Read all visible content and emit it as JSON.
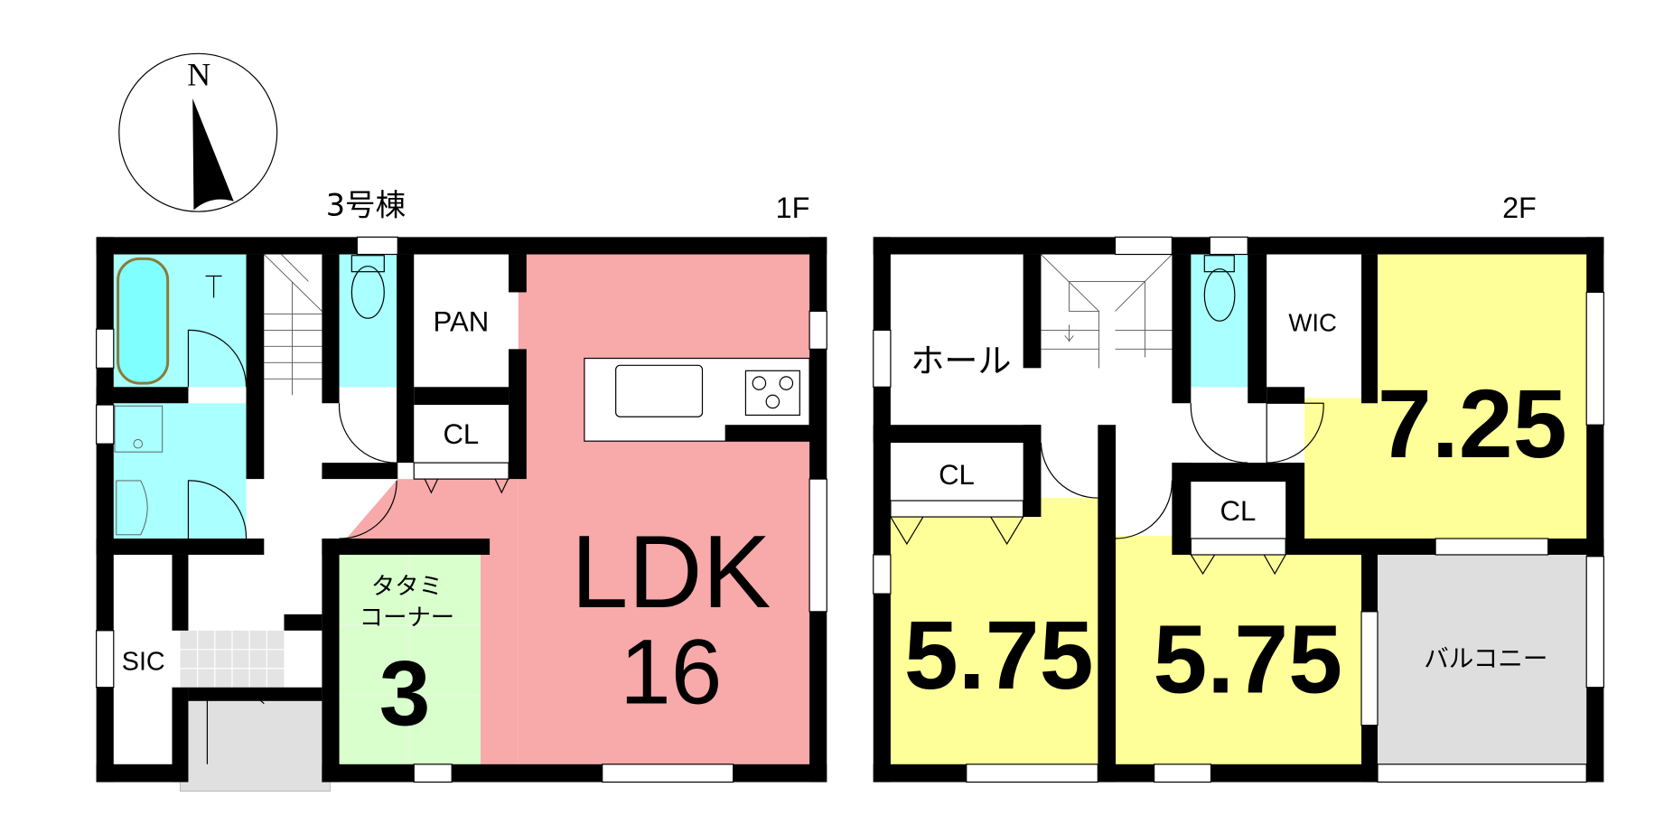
{
  "header": {
    "building": "3号棟",
    "floor1_label": "1F",
    "floor2_label": "2F",
    "compass_label": "N"
  },
  "floor1": {
    "rooms": {
      "pantry": "PAN",
      "closet": "CL",
      "tatami_line1": "タタミ",
      "tatami_line2": "コーナー",
      "tatami_size": "3",
      "ldk_name": "LDK",
      "ldk_size": "16",
      "shoe_closet": "SIC"
    }
  },
  "floor2": {
    "rooms": {
      "hall": "ホール",
      "wic": "WIC",
      "bedroom1_size": "7.25",
      "closet_left": "CL",
      "closet_mid": "CL",
      "bedroom2_size": "5.75",
      "bedroom3_size": "5.75",
      "balcony": "バルコニー"
    }
  },
  "colors": {
    "wet": "#aaffff",
    "ldk": "#f8a9a9",
    "tatami": "#d8ffcc",
    "bedroom": "#ffff99",
    "balcony": "#dedede",
    "tile": "#e4e4e4"
  }
}
